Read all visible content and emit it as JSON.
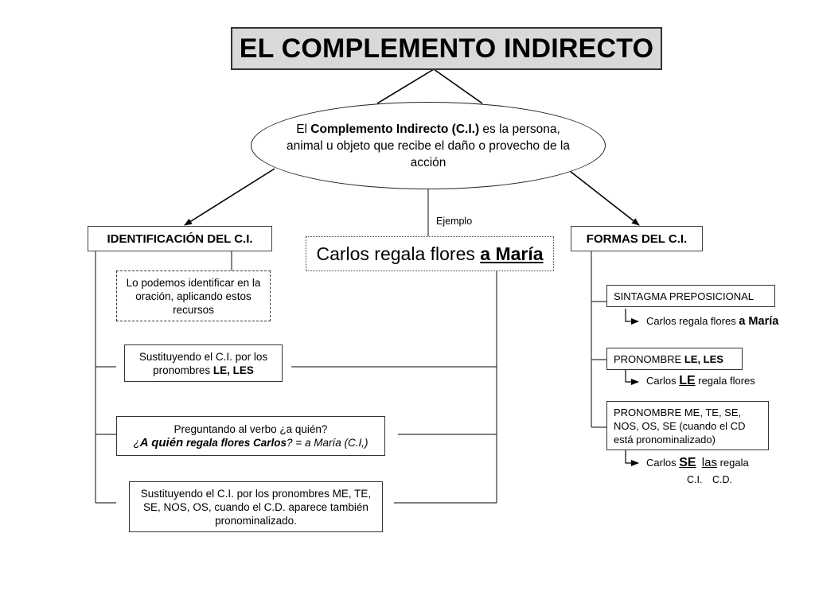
{
  "title": "EL COMPLEMENTO INDIRECTO",
  "definition": {
    "pre": "El ",
    "term": "Complemento Indirecto (C.I.)",
    "post": " es la persona, animal u objeto que recibe el daño o provecho de la acción"
  },
  "example": {
    "label": "Ejemplo",
    "plain": "Carlos regala flores ",
    "strong": "a María"
  },
  "identification": {
    "header": "IDENTIFICACIÓN DEL C.I.",
    "intro": "Lo podemos identificar en la oración, aplicando estos recursos",
    "method1": {
      "text": "Sustituyendo el C.I.  por los pronombres ",
      "strong": "LE, LES"
    },
    "method2": {
      "line1": "Preguntando al verbo ¿a quién?",
      "q_open": "¿",
      "q_strong": "A quién",
      "q_mid": " regala flores Carlos",
      "q_close": "? = a María (C.I,)"
    },
    "method3": "Sustituyendo el C.I. por los pronombres ME, TE, SE, NOS, OS, cuando el C.D. aparece también pronominalizado."
  },
  "forms": {
    "header": "FORMAS DEL C.I.",
    "form1": {
      "label": "SINTAGMA PREPOSICIONAL",
      "example_plain": "Carlos regala flores ",
      "example_strong": "a María"
    },
    "form2": {
      "label_pre": "PRONOMBRE ",
      "label_strong": "LE, LES",
      "example_pre": "Carlos ",
      "example_strong": "LE",
      "example_post": " regala flores"
    },
    "form3": {
      "label": "PRONOMBRE  ME, TE, SE, NOS, OS, SE (cuando el CD está  pronominalizado)",
      "example_pre": "Carlos ",
      "example_se": "SE",
      "example_las": "las",
      "example_post": " regala",
      "ci_label": "C.I.",
      "cd_label": "C.D."
    }
  }
}
